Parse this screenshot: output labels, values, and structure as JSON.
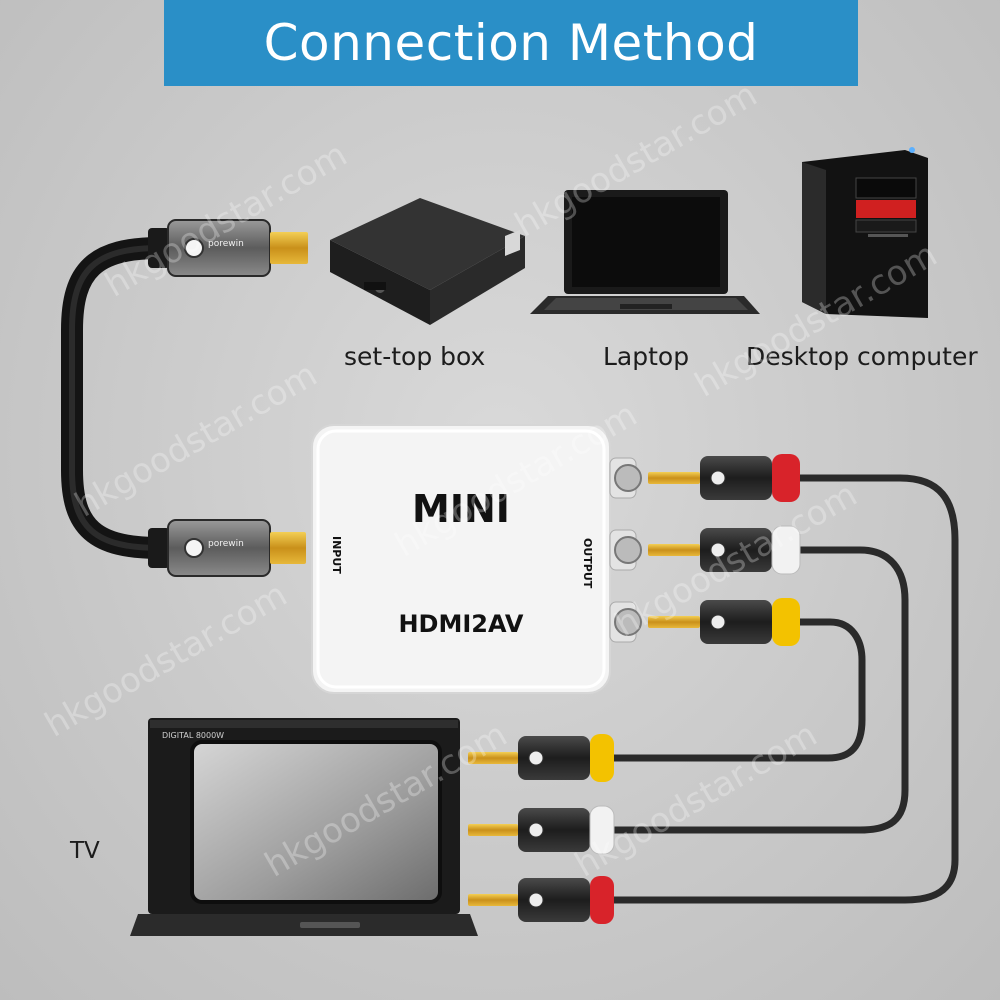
{
  "banner": {
    "title": "Connection Method"
  },
  "devices": {
    "set_top_box": "set-top box",
    "laptop": "Laptop",
    "desktop": "Desktop computer",
    "tv": "TV"
  },
  "converter": {
    "brand": "MINI",
    "model": "HDMI2AV",
    "input_label": "INPUT",
    "output_label": "OUTPUT"
  },
  "cable_brand": "porewin",
  "tv_brand": "DIGITAL 8000W",
  "watermark": "hkgoodstar.com",
  "colors": {
    "banner": "#2a8fc7",
    "rca_red": "#d8232a",
    "rca_white": "#f2f2f2",
    "rca_yellow": "#f3c200",
    "hdmi_gold": "#d9a520"
  }
}
